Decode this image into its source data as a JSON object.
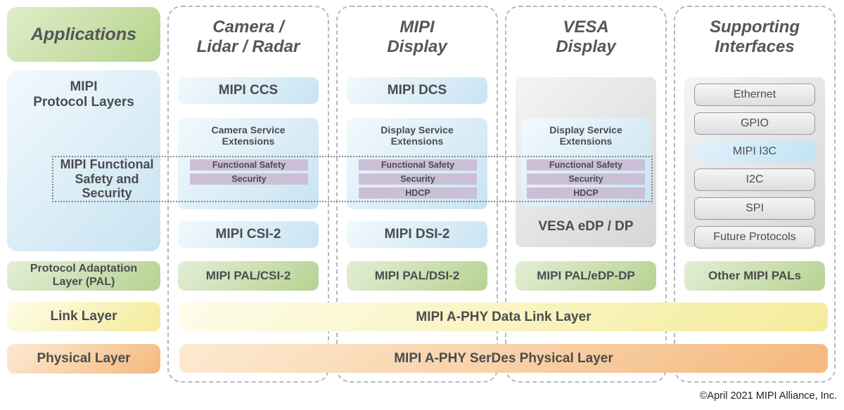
{
  "colors": {
    "accent_green_start": "#e0edca",
    "accent_green_end": "#b5d38b",
    "accent_blue_start": "#f2f9fd",
    "accent_blue_end": "#c8e4f2",
    "purple_bar": "#cbbfd6",
    "yellow_start": "#fefce9",
    "yellow_end": "#f4ec9b",
    "orange_start": "#fdead2",
    "orange_end": "#f4b97e",
    "gray_start": "#f4f4f5",
    "gray_end": "#d5d6d8",
    "i3c_blue_start": "#e2f2fb",
    "i3c_blue_end": "#c0e3f5",
    "text_dark": "#4b4c4f",
    "dashed_border": "#b6b8ba",
    "dotted_border": "#85878a"
  },
  "left": {
    "applications": "Applications",
    "protocol_layers": "MIPI\nProtocol Layers",
    "functional_safety": "MIPI Functional\nSafety and\nSecurity",
    "pal": "Protocol Adaptation\nLayer (PAL)",
    "link": "Link Layer",
    "physical": "Physical Layer"
  },
  "camera": {
    "header": "Camera /\nLidar / Radar",
    "top_box": "MIPI CCS",
    "service_extensions": "Camera Service\nExtensions",
    "bars": [
      "Functional Safety",
      "Security"
    ],
    "protocol": "MIPI CSI-2",
    "pal": "MIPI PAL/CSI-2"
  },
  "mipi_display": {
    "header": "MIPI\nDisplay",
    "top_box": "MIPI DCS",
    "service_extensions": "Display Service\nExtensions",
    "bars": [
      "Functional Safety",
      "Security",
      "HDCP"
    ],
    "protocol": "MIPI DSI-2",
    "pal": "MIPI PAL/DSI-2"
  },
  "vesa": {
    "header": "VESA\nDisplay",
    "service_extensions": "Display Service\nExtensions",
    "bars": [
      "Functional Safety",
      "Security",
      "HDCP"
    ],
    "protocol": "VESA eDP / DP",
    "pal": "MIPI PAL/eDP-DP"
  },
  "supporting": {
    "header": "Supporting\nInterfaces",
    "pills": [
      "Ethernet",
      "GPIO",
      "MIPI I3C",
      "I2C",
      "SPI",
      "Future Protocols"
    ],
    "pal": "Other MIPI PALs"
  },
  "spanning": {
    "data_link_layer": "MIPI A-PHY Data Link Layer",
    "physical_layer": "MIPI A-PHY SerDes Physical Layer"
  },
  "footer": {
    "copyright": "©April 2021 MIPI Alliance, Inc."
  }
}
